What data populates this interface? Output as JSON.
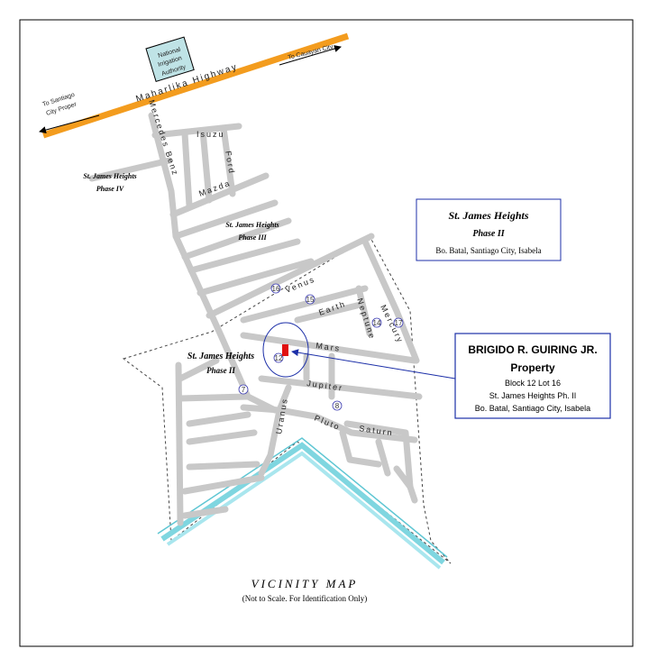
{
  "highway": {
    "name": "Maharlika Highway",
    "left_direction": [
      "To Santiago",
      "City Proper"
    ],
    "right_direction": "To Cauayan City"
  },
  "landmark": [
    "National",
    "Irrigation",
    "Authority"
  ],
  "streets": {
    "mercedes_benz": "Mercedes Benz",
    "isuzu": "Isuzu",
    "ford": "Ford",
    "mazda": "Mazda",
    "venus": "Venus",
    "earth": "Earth",
    "neptune": "Neptune",
    "mercury": "Mercury",
    "mars": "Mars",
    "jupiter": "Jupiter",
    "uranus": "Uranus",
    "pluto": "Pluto",
    "saturn": "Saturn"
  },
  "phases": {
    "phase4": [
      "St. James Heights",
      "Phase IV"
    ],
    "phase3": [
      "St. James Heights",
      "Phase III"
    ],
    "phase2": [
      "St. James Heights",
      "Phase II"
    ]
  },
  "block_numbers": [
    "16",
    "15",
    "14",
    "17",
    "12",
    "7",
    "8"
  ],
  "subdivision_box": {
    "title": "St. James Heights",
    "subtitle": "Phase  II",
    "address": "Bo. Batal, Santiago City, Isabela"
  },
  "property_box": {
    "owner": "BRIGIDO R. GUIRING JR.",
    "label": "Property",
    "lot": "Block 12 Lot 16",
    "subdivision": "St. James Heights Ph. II",
    "address": "Bo. Batal, Santiago City, Isabela"
  },
  "footer": {
    "title": "VICINITY MAP",
    "note": "(Not to Scale. For Identification Only)"
  },
  "colors": {
    "highway": "#f39c1e",
    "road": "#c8c8c8",
    "property": "#e01010",
    "callout": "#1c2fa8",
    "river": "#7fd6e0"
  }
}
